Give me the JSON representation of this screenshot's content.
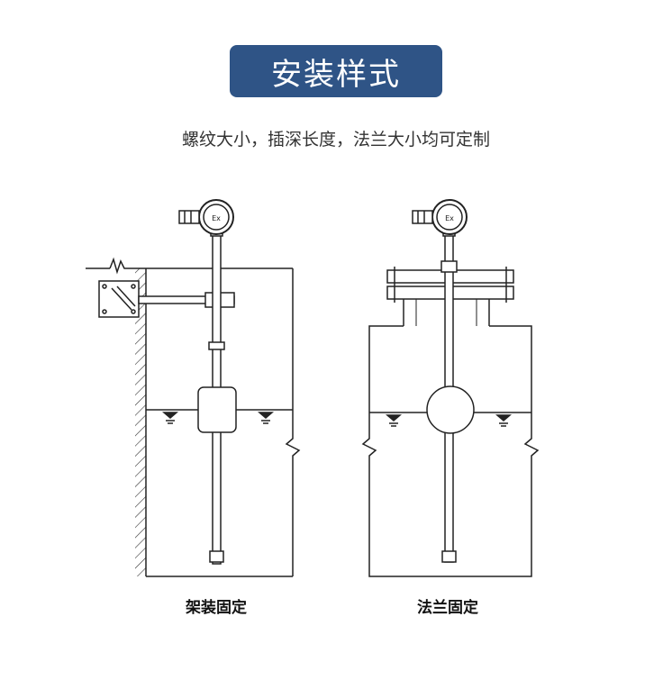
{
  "title": "安装样式",
  "subtitle": "螺纹大小，插深长度，法兰大小均可定制",
  "diagrams": [
    {
      "caption": "架装固定",
      "ex_label": "Ex"
    },
    {
      "caption": "法兰固定",
      "ex_label": "Ex"
    }
  ],
  "colors": {
    "badge": "#2f5486",
    "line": "#222222"
  }
}
